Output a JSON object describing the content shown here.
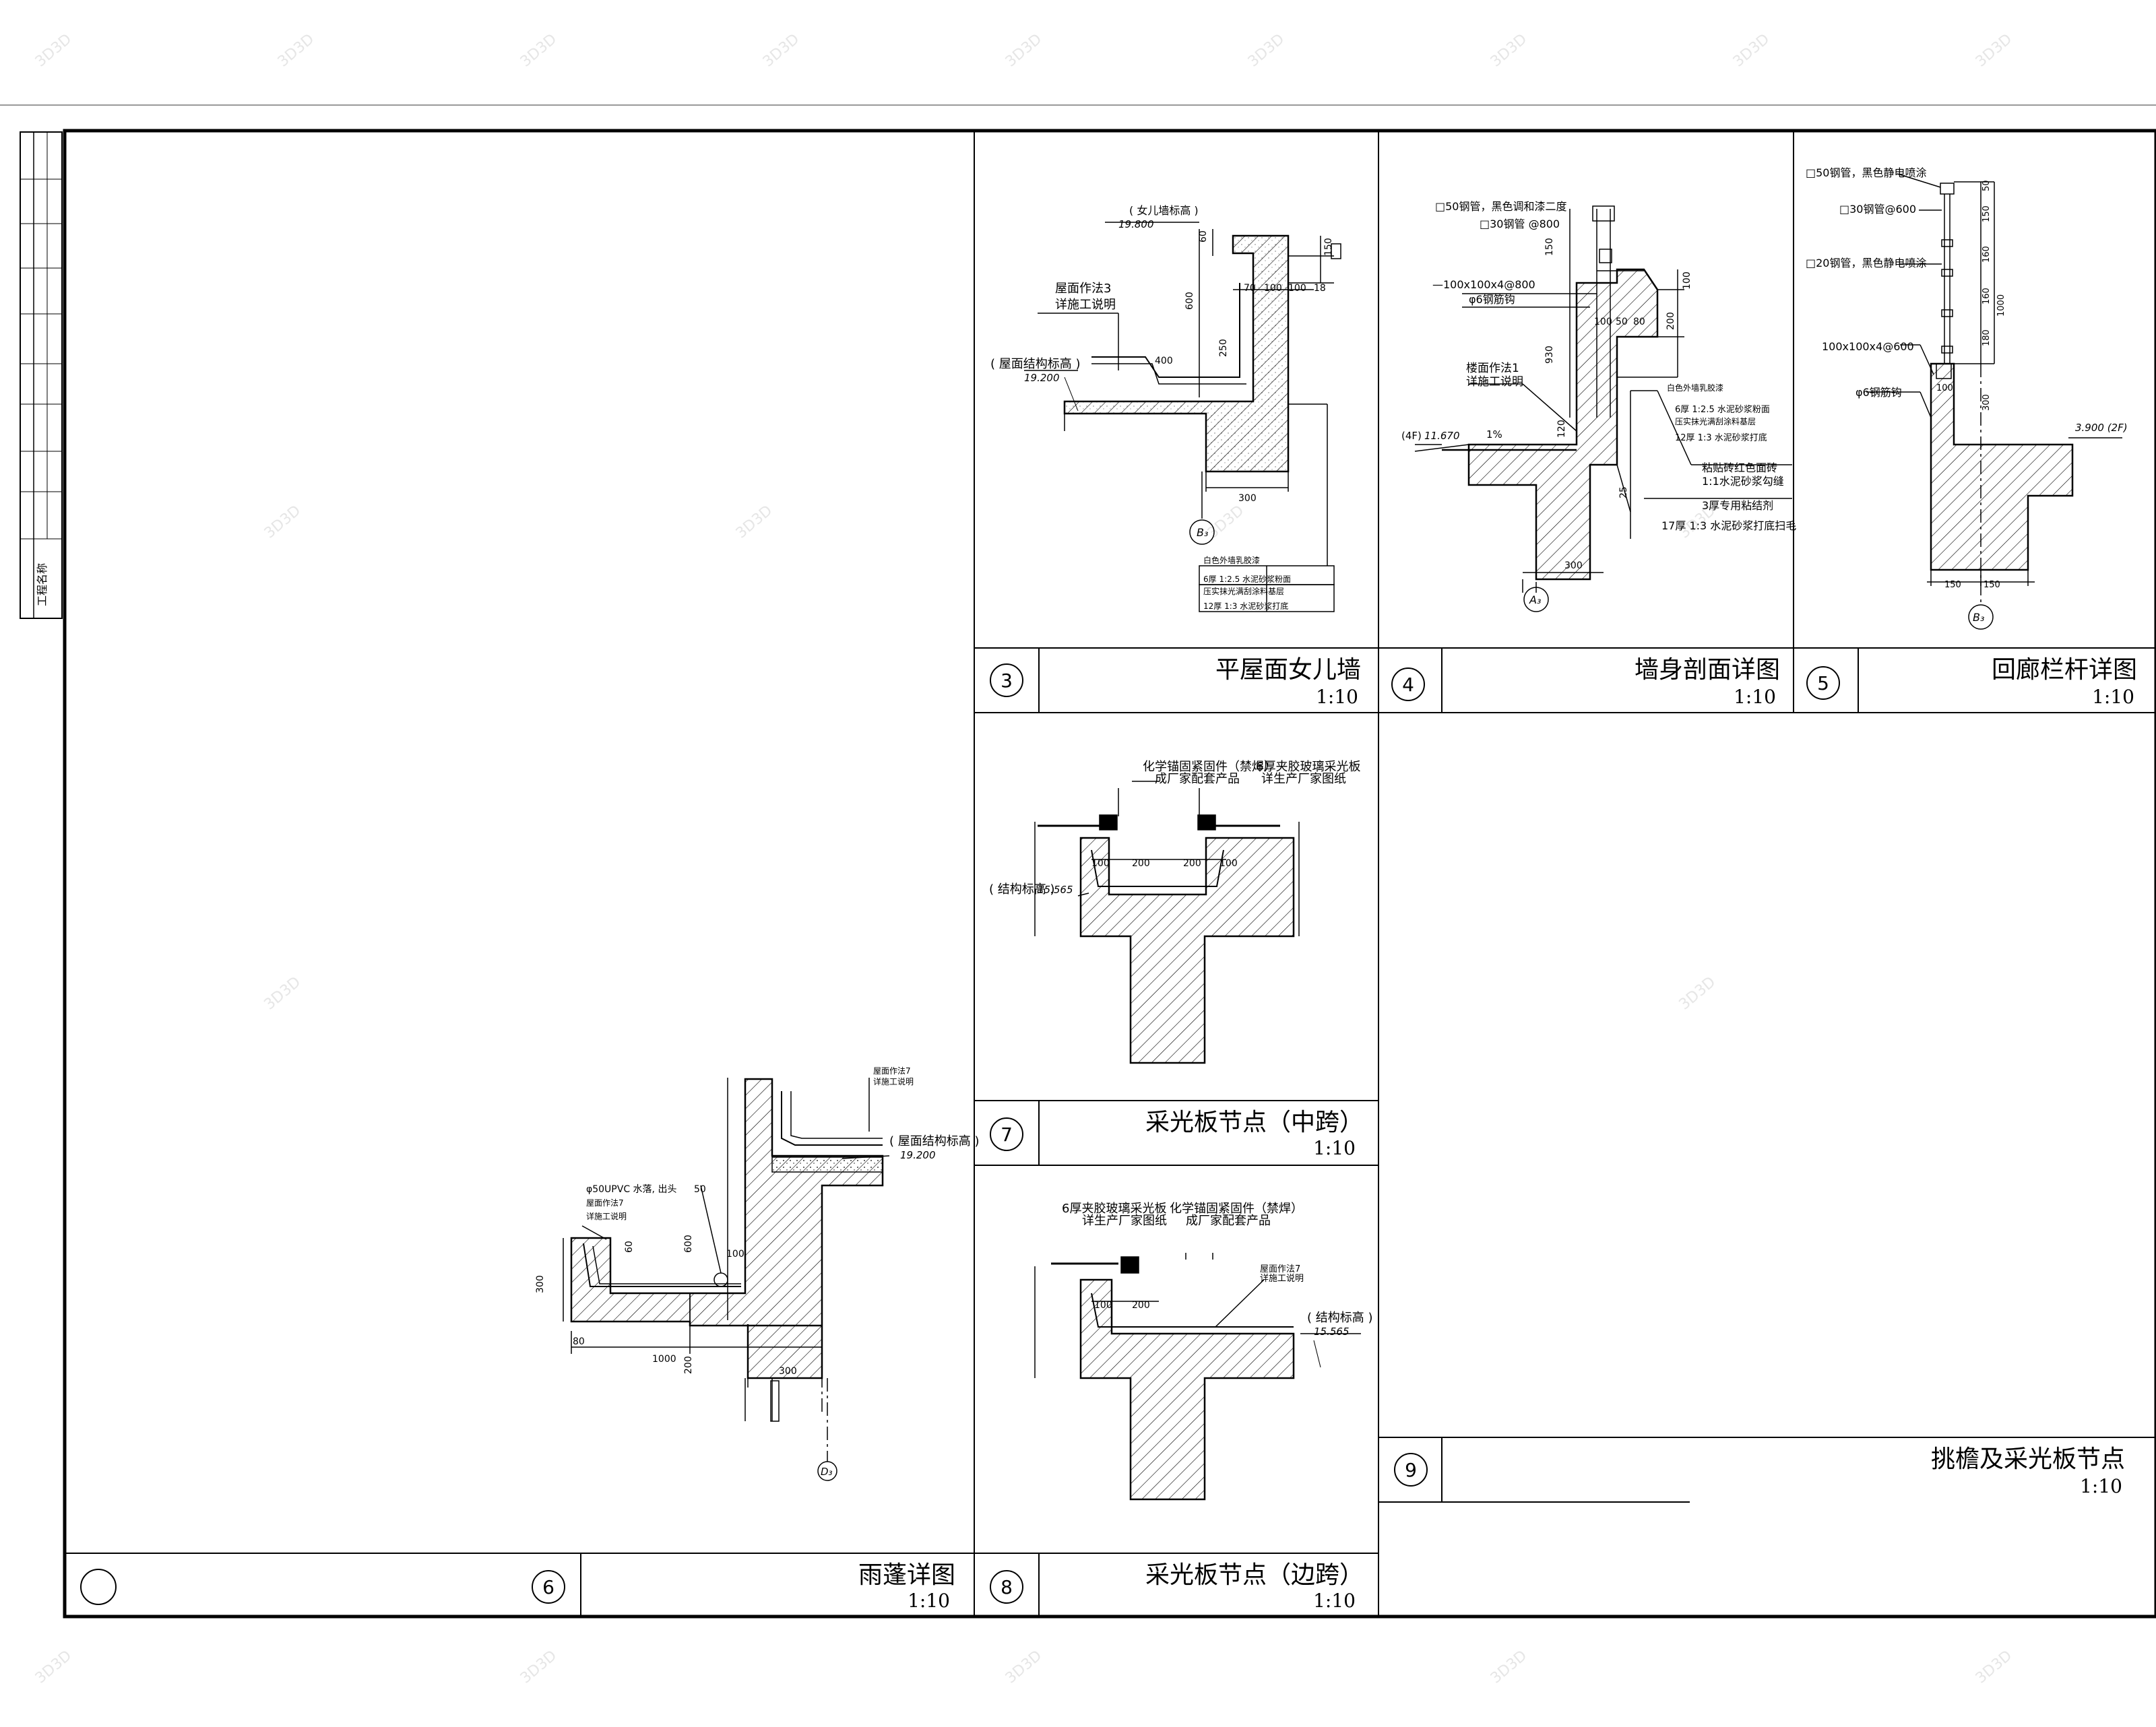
{
  "titles": [
    {
      "number": "3",
      "title": "平屋面女儿墙",
      "scale": "1:10"
    },
    {
      "number": "4",
      "title": "墙身剖面详图",
      "scale": "1:10"
    },
    {
      "number": "5",
      "title": "回廊栏杆详图",
      "scale": "1:10"
    },
    {
      "number": "7",
      "title": "采光板节点（中跨）",
      "scale": "1:10"
    },
    {
      "number": "8",
      "title": "采光板节点（边跨）",
      "scale": "1:10"
    },
    {
      "number": "6",
      "title": "雨蓬详图",
      "scale": "1:10"
    },
    {
      "number": "9",
      "title": "挑檐及采光板节点",
      "scale": "1:10"
    }
  ],
  "sidebar": {
    "label": "工程名称"
  },
  "d3": {
    "elev_label": "( 女儿墙标高 )",
    "elev_value": "19.800",
    "roof_method": "屋面作法3",
    "roof_note": "详施工说明",
    "struct_elev_label": "( 屋面结构标高 )",
    "struct_elev_value": "19.200",
    "dims": [
      "60",
      "150",
      "600",
      "70",
      "100",
      "100",
      "18",
      "250",
      "400",
      "300"
    ],
    "axis": "B₃",
    "legend": [
      "白色外墙乳胶漆",
      "6厚 1:2.5 水泥砂浆粉面",
      "压实抹光满刮涂料基层",
      "12厚 1:3 水泥砂浆打底"
    ]
  },
  "d4": {
    "notes": [
      "□50钢管，黑色调和漆二度",
      "□30钢管 @800",
      "—100x100x4@800",
      "φ6钢筋钩",
      "楼面作法1",
      "详施工说明"
    ],
    "right_notes": [
      "白色外墙乳胶漆",
      "6厚 1:2.5 水泥砂浆粉面",
      "压实抹光满刮涂料基层",
      "12厚 1:3 水泥砂浆打底",
      "粘贴砖红色面砖",
      "1:1水泥砂浆勾缝",
      "3厚专用粘结剂",
      "17厚 1:3 水泥砂浆打底扫毛"
    ],
    "elev": "(4F)",
    "elev_value": "11.670",
    "slope": "1%",
    "dims": [
      "150",
      "930",
      "100",
      "100",
      "50",
      "80",
      "200",
      "120",
      "25",
      "300"
    ],
    "axis": "A₃"
  },
  "d5": {
    "notes": [
      "□50钢管，黑色静电喷涂",
      "□30钢管@600",
      "□20钢管，黑色静电喷涂",
      "100x100x4@600",
      "φ6钢筋钩"
    ],
    "elev": "3.900 (2F)",
    "dims": [
      "50",
      "150",
      "160",
      "160",
      "180",
      "1000",
      "300",
      "100",
      "150",
      "150"
    ],
    "axis": "B₃"
  },
  "d7": {
    "notes": [
      "化学锚固紧固件（禁焊）",
      "成厂家配套产品",
      "6厚夹胶玻璃采光板",
      "详生产厂家图纸"
    ],
    "elev_label": "( 结构标高 )",
    "elev_value": "15.565",
    "dims": [
      "100",
      "200",
      "200",
      "100"
    ]
  },
  "d8": {
    "notes": [
      "6厚夹胶玻璃采光板",
      "详生产厂家图纸",
      "化学锚固紧固件（禁焊）",
      "成厂家配套产品",
      "屋面作法7",
      "详施工说明"
    ],
    "elev_label": "( 结构标高 )",
    "elev_value": "15.565",
    "dims": [
      "100",
      "200"
    ]
  },
  "d6": {
    "notes": [
      "屋面作法7",
      "详施工说明",
      "φ50UPVC 水落, 出头",
      "屋面作法7",
      "详施工说明"
    ],
    "elev_label": "( 屋面结构标高 )",
    "elev_value": "19.200",
    "dims": [
      "50",
      "60",
      "600",
      "100",
      "300",
      "80",
      "1000",
      "200",
      "300"
    ],
    "axis": "D₃"
  },
  "watermark": "3D3D"
}
